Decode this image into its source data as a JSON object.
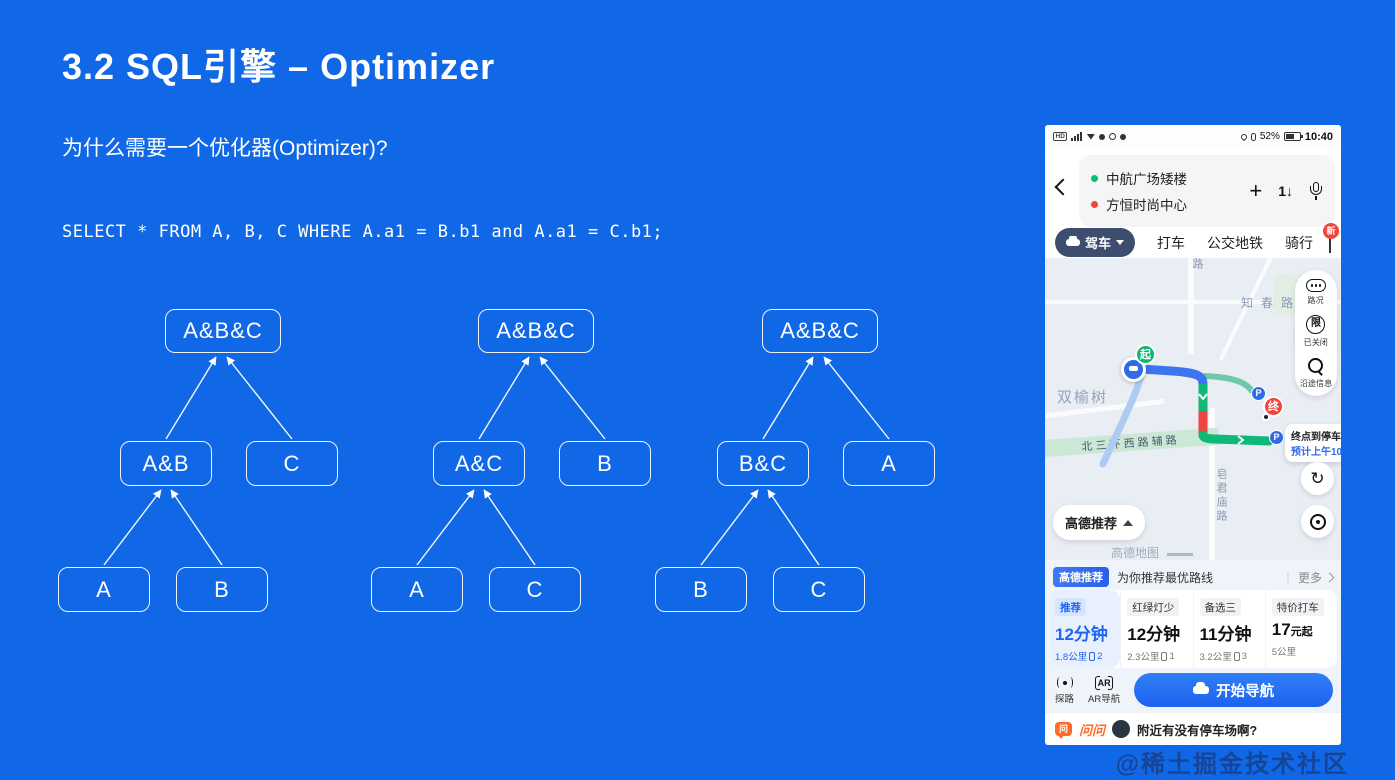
{
  "slide": {
    "title": "3.2 SQL引擎 – Optimizer",
    "question": "为什么需要一个优化器(Optimizer)?",
    "sql": "SELECT * FROM A, B, C WHERE A.a1 = B.b1 and A.a1 = C.b1;",
    "watermark": "@稀土掘金技术社区"
  },
  "trees": [
    {
      "root": "A&B&C",
      "left": "A&B",
      "right": "C",
      "leaf_left": "A",
      "leaf_right": "B"
    },
    {
      "root": "A&B&C",
      "left": "A&C",
      "right": "B",
      "leaf_left": "A",
      "leaf_right": "C"
    },
    {
      "root": "A&B&C",
      "left": "B&C",
      "right": "A",
      "leaf_left": "B",
      "leaf_right": "C"
    }
  ],
  "phone": {
    "status_bar": {
      "hd": "HD",
      "battery": "52%",
      "time": "10:40"
    },
    "route_header": {
      "origin": "中航广场矮楼",
      "destination": "方恒时尚中心",
      "plus_icon": "+",
      "swap_icon": "1↓"
    },
    "tabs": {
      "drive": "驾车",
      "taxi": "打车",
      "transit": "公交地铁",
      "ride": "骑行",
      "new_badge": "新"
    },
    "map": {
      "road_partial": "路",
      "road_zhichun": "知春路",
      "area_shuangyushu": "双榆树",
      "road_ring": "北 三 环 西 路 辅 路",
      "road_zaojunmiao": "皂君庙路",
      "start_marker": "起",
      "end_marker": "终",
      "parking_marker": "P",
      "traffic_label": "路况",
      "restrict_icon": "限",
      "restrict_label": "已关闭",
      "along_label": "沿途信息",
      "refresh_icon": "↻",
      "tooltip_line1": "终点到停车",
      "tooltip_line2": "预计上午10",
      "recommend_pill": "高德推荐",
      "brand": "高德地图"
    },
    "sheet": {
      "badge": "高德推荐",
      "subtitle": "为你推荐最优路线",
      "more": "更多",
      "routes": [
        {
          "tag": "推荐",
          "time": "12分钟",
          "time_suffix": "",
          "dist": "1.8公里",
          "lights": "2"
        },
        {
          "tag": "红绿灯少",
          "time": "12分钟",
          "time_suffix": "",
          "dist": "2.3公里",
          "lights": "1"
        },
        {
          "tag": "备选三",
          "time": "11分钟",
          "time_suffix": "",
          "dist": "3.2公里",
          "lights": "3"
        },
        {
          "tag": "特价打车",
          "time": "17",
          "time_suffix": "元起",
          "dist": "5公里",
          "lights": ""
        }
      ],
      "explore": "探路",
      "ar_label": "AR导航",
      "ar_icon_text": "AR",
      "start_nav": "开始导航"
    },
    "ask": {
      "icon_char": "问",
      "label": "问问",
      "text": "附近有没有停车场啊?"
    }
  },
  "colors": {
    "slide_bg": "#1168E6",
    "accent": "#1F66F0",
    "route_blue": "#3D74F0",
    "route_green": "#0EB876",
    "route_red": "#EF4440"
  }
}
